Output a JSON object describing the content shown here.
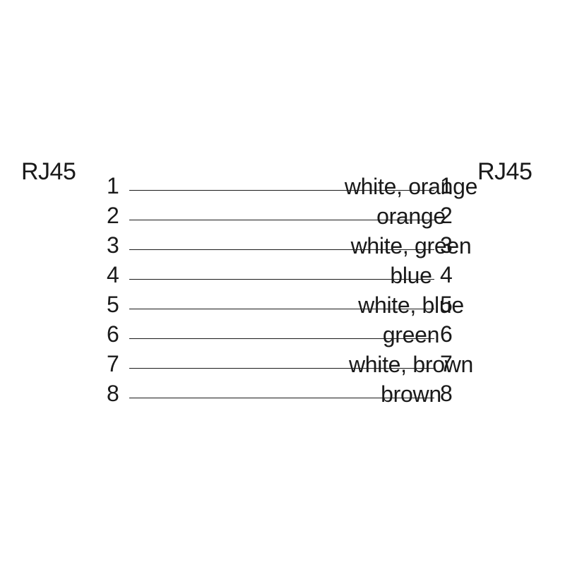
{
  "connectors": {
    "left": "RJ45",
    "right": "RJ45"
  },
  "wires": [
    {
      "pin_left": "1",
      "pin_right": "1",
      "color": "white, orange"
    },
    {
      "pin_left": "2",
      "pin_right": "2",
      "color": "orange"
    },
    {
      "pin_left": "3",
      "pin_right": "3",
      "color": "white, green"
    },
    {
      "pin_left": "4",
      "pin_right": "4",
      "color": "blue"
    },
    {
      "pin_left": "5",
      "pin_right": "5",
      "color": "white, blue"
    },
    {
      "pin_left": "6",
      "pin_right": "6",
      "color": "green"
    },
    {
      "pin_left": "7",
      "pin_right": "7",
      "color": "white, brown"
    },
    {
      "pin_left": "8",
      "pin_right": "8",
      "color": "brown"
    }
  ]
}
